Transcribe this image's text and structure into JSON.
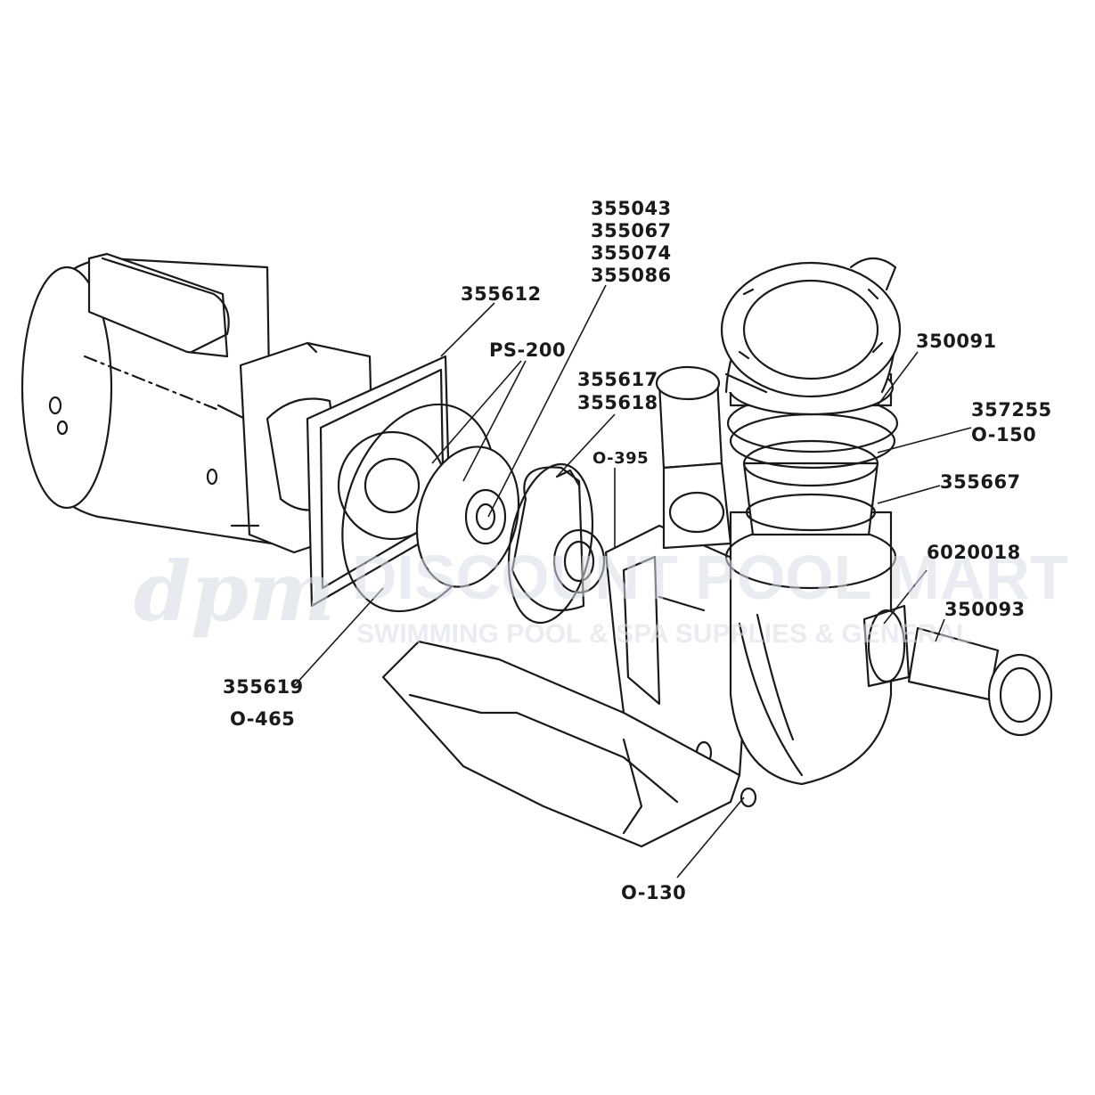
{
  "watermark": {
    "logo": "dpm",
    "brand": "DISCOUNT POOL MART",
    "tagline": "SWIMMING POOL & SPA SUPPLIES & GENERAL"
  },
  "labels": {
    "p355043": "355043",
    "p355067": "355067",
    "p355074": "355074",
    "p355086": "355086",
    "p355612": "355612",
    "ps200": "PS-200",
    "p350091": "350091",
    "p355617": "355617",
    "p355618": "355618",
    "o395": "O-395",
    "p357255": "357255",
    "o150": "O-150",
    "p355667": "355667",
    "p6020018": "6020018",
    "p350093": "350093",
    "p355619": "355619",
    "o465": "O-465",
    "o130": "O-130"
  },
  "colors": {
    "line": "#1a1a1a",
    "watermark": "#d8dde4"
  }
}
